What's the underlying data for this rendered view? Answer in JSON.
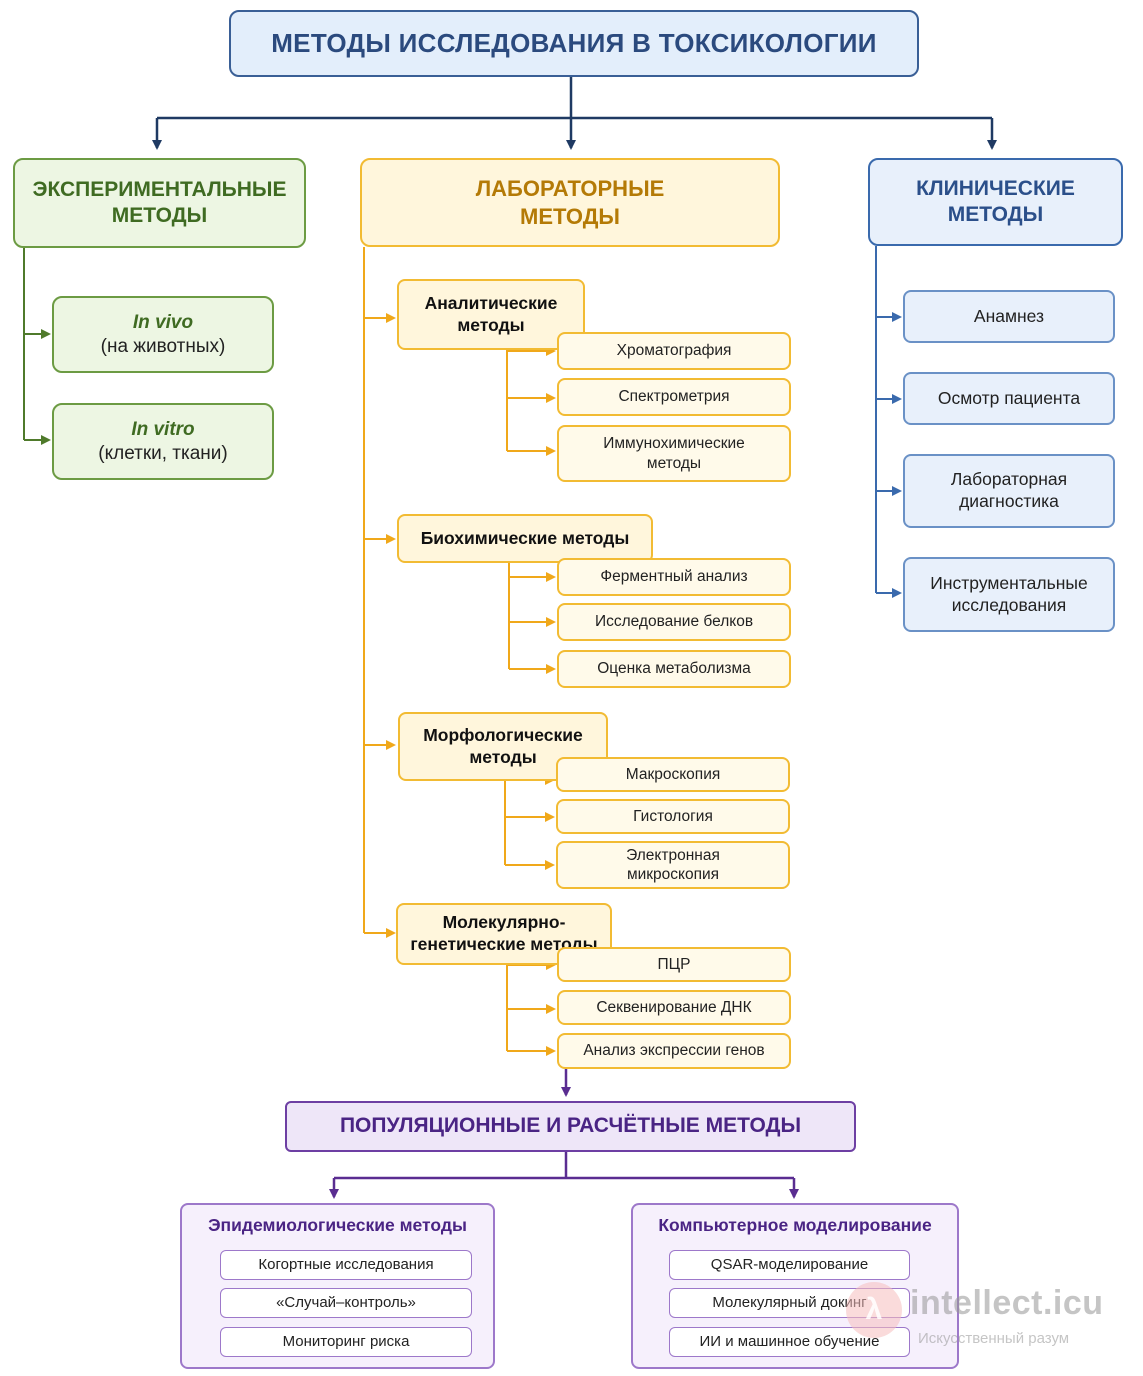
{
  "title": "МЕТОДЫ ИССЛЕДОВАНИЯ В ТОКСИКОЛОГИИ",
  "experimental": {
    "heading": "ЭКСПЕРИМЕНТАЛЬНЫЕ\nМЕТОДЫ",
    "items": [
      {
        "name": "In vivo",
        "detail": "(на животных)"
      },
      {
        "name": "In vitro",
        "detail": "(клетки, ткани)"
      }
    ]
  },
  "laboratory": {
    "heading": "ЛАБОРАТОРНЫЕ\nМЕТОДЫ",
    "groups": [
      {
        "label": "Аналитические\nметоды",
        "items": [
          "Хроматография",
          "Спектрометрия",
          "Иммунохимические\nметоды"
        ]
      },
      {
        "label": "Биохимические методы",
        "items": [
          "Ферментный анализ",
          "Исследование белков",
          "Оценка метаболизма"
        ]
      },
      {
        "label": "Морфологические\nметоды",
        "items": [
          "Макроскопия",
          "Гистология",
          "Электронная\nмикроскопия"
        ]
      },
      {
        "label": "Молекулярно-\nгенетические методы",
        "items": [
          "ПЦР",
          "Секвенирование ДНК",
          "Анализ экспрессии генов"
        ]
      }
    ]
  },
  "clinical": {
    "heading": "КЛИНИЧЕСКИЕ\nМЕТОДЫ",
    "items": [
      "Анамнез",
      "Осмотр пациента",
      "Лабораторная\nдиагностика",
      "Инструментальные\nисследования"
    ]
  },
  "population": {
    "heading": "ПОПУЛЯЦИОННЫЕ И РАСЧЁТНЫЕ МЕТОДЫ",
    "panels": [
      {
        "title": "Эпидемиологические методы",
        "items": [
          "Когортные исследования",
          "«Случай–контроль»",
          "Мониторинг риска"
        ]
      },
      {
        "title": "Компьютерное моделирование",
        "items": [
          "QSAR-моделирование",
          "Молекулярный докинг",
          "ИИ и машинное обучение"
        ]
      }
    ]
  },
  "colors": {
    "green": "#6c9b43",
    "orange": "#f2bb33",
    "blue": "#3a6aad",
    "purple": "#6d3fa3",
    "navy": "#1f3a63"
  },
  "watermark": {
    "site": "intellect.icu",
    "tagline": "Искусственный разум"
  }
}
